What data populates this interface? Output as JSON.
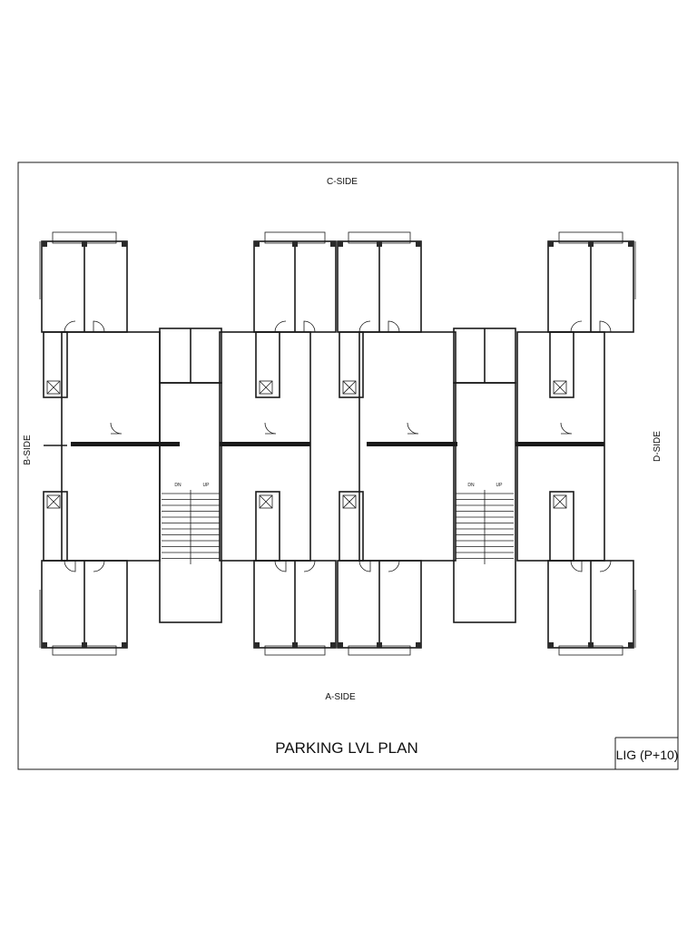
{
  "drawing": {
    "title": "PARKING LVL PLAN",
    "tag": "LIG (P+10)",
    "sides": {
      "top": "C-SIDE",
      "bottom": "A-SIDE",
      "left": "B-SIDE",
      "right": "D-SIDE"
    },
    "stairs": {
      "down": "DN",
      "up": "UP"
    },
    "colors": {
      "line": "#1a1a1a",
      "paper": "#ffffff"
    }
  }
}
